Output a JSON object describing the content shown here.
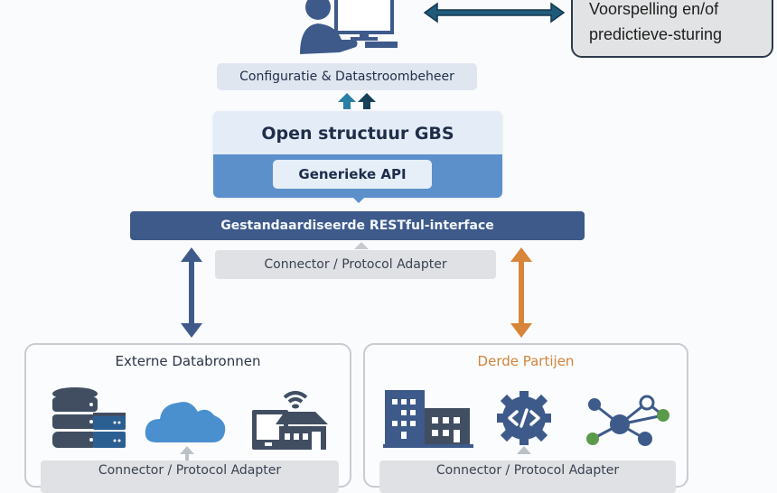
{
  "top": {
    "user_icon": "user-at-computer-icon",
    "forecast_label_line1": "Voorspelling en/of",
    "forecast_label_line2": "predictieve-sturing",
    "bidirectional_arrow": "double-arrow-horizontal-icon"
  },
  "config": {
    "label": "Configuratie & Datastroombeheer",
    "arrows_icon": "double-up-arrows-icon"
  },
  "gbs": {
    "title": "Open structuur GBS",
    "api_label": "Generieke API"
  },
  "rest": {
    "label": "Gestandaardiseerde RESTful-interface"
  },
  "connector": {
    "label": "Connector / Protocol Adapter"
  },
  "groups": [
    {
      "title": "Externe Databronnen",
      "icons": [
        "database-server-icon",
        "cloud-icon",
        "iot-tablet-house-icon"
      ],
      "connector_label": "Connector / Protocol Adapter"
    },
    {
      "title": "Derde Partijen",
      "icons": [
        "buildings-icon",
        "code-gear-icon",
        "network-nodes-icon"
      ],
      "connector_label": "Connector / Protocol Adapter"
    }
  ],
  "colors": {
    "navy": "#3d5a8a",
    "blue": "#5b90cb",
    "orange": "#d2843a",
    "green": "#5a9a4a",
    "teal": "#1f6e8c"
  }
}
